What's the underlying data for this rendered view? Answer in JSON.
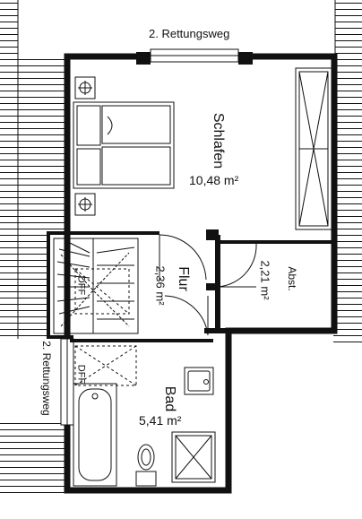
{
  "labels": {
    "escape_top": "2. Rettungsweg",
    "escape_left": "2. Rettungsweg",
    "schlafen_name": "Schlafen",
    "schlafen_area": "10,48 m²",
    "flur_name": "Flur",
    "flur_area": "2,36 m²",
    "abst_name": "Abst.",
    "abst_area": "2,21 m²",
    "bad_name": "Bad",
    "bad_area": "5,41 m²",
    "dff_1": "DFF",
    "dff_2": "DFF"
  },
  "colors": {
    "line": "#111111",
    "background": "#ffffff"
  }
}
